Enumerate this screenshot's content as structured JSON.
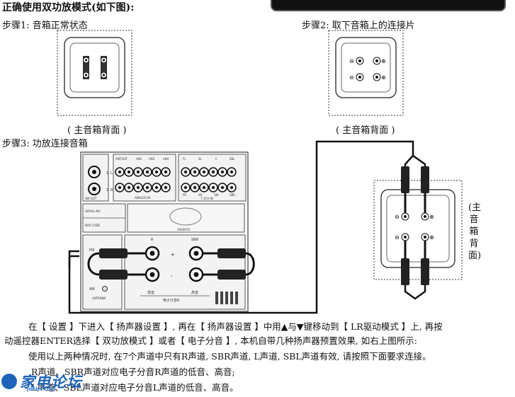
{
  "header": {
    "title": "正确使用双功放模式(如下图):"
  },
  "steps": {
    "step1": "步骤1: 音箱正常状态",
    "step2": "步骤2: 取下音箱上的连接片",
    "step3": "步骤3: 功放连接音箱"
  },
  "captions": {
    "rear1": "( 主音箱背面 )",
    "rear2": "( 主音箱背面 )",
    "rear3_vertical": "(主音箱背面)"
  },
  "receiver_labels": {
    "ant_sat": "ANT/SAT",
    "an2": "AN2",
    "an3": "AN3",
    "an4": "AN4",
    "fl": "FL",
    "sl": "SL",
    "c": "C",
    "sbl": "SBL",
    "fr": "FR",
    "sr": "SR",
    "sw": "SW",
    "sbr": "SBR",
    "analog_in": "ANALOG IN",
    "seven_one_ch_in": "7.1CH IN",
    "sw_out": "SW OUT",
    "serial_no": "SERIAL NO.",
    "bar_code": "BAR CODE",
    "serial_value": "A000670",
    "fm": "FM",
    "am": "AM",
    "antenna": "ANTENNA",
    "r_label": "R",
    "sbr_label": "SBR",
    "low": "低音",
    "high": "高音",
    "electronic_r": "电子分音R",
    "in1": "1",
    "in2": "2",
    "ch_l": "L",
    "ch_r": "R"
  },
  "paragraphs": {
    "p1": "在【 设置 】下进入【 扬声器设置 】, 再在【 扬声器设置 】中用▲与▼键移动到【 LR驱动模式 】上, 再按",
    "p2": "动遥控器ENTER选择【 双功放模式 】或者【 电子分音 】, 本机自带几种扬声器预置效果, 如右上图所示:",
    "p3": "使用以上两种情况时, 在7个声道中只有R声道, SBR声道, L声道, SBL声道有效, 请按照下面要求连接。",
    "p4": "R声道、SBR声道对应电子分音R声道的低音、高音;",
    "p5": "L声道、SBL声道对应电子分音L声道的低音、高音。"
  },
  "logo": {
    "text": "家电论坛",
    "sub": "jdbbs.com"
  }
}
